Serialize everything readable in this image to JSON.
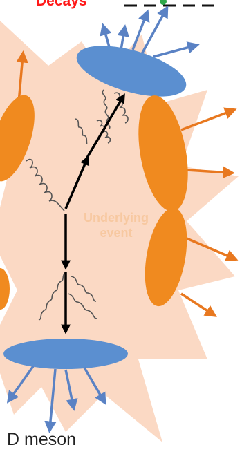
{
  "labels": {
    "top": "Decays",
    "underlying_line1": "Underlying",
    "underlying_line2": "event",
    "bottom": "D meson"
  },
  "colors": {
    "underlying_event": "#fbd9c4",
    "jet_ellipse": "#5b8fd0",
    "underlying_ellipse": "#f08a1f",
    "particle_arrow_blue": "#5a82c4",
    "particle_arrow_orange": "#e8781f",
    "parton_arrow": "#000000",
    "gluon": "#555555",
    "decay_label": "#ff1a1a"
  }
}
